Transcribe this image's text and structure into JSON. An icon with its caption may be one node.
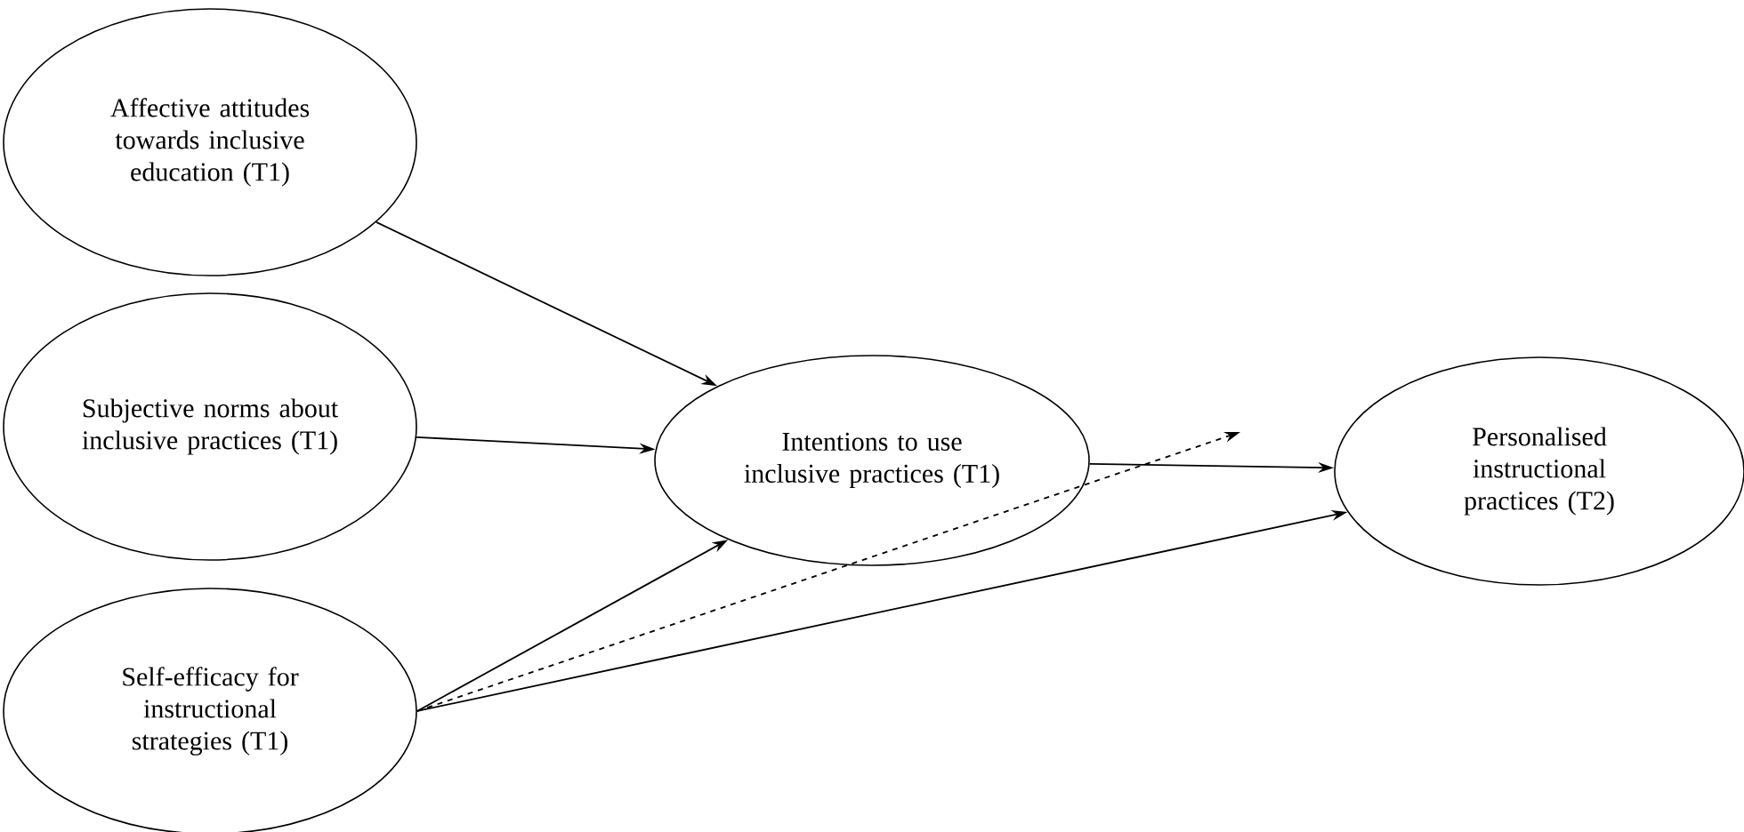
{
  "diagram": {
    "nodes": [
      {
        "text": [
          "Affective attitudes towards inclusive education (T1)"
        ]
      },
      {
        "text": [
          "Subjective norms about inclusive practices (T1)"
        ]
      },
      {
        "text": [
          "Intentions to use inclusive practices (T1)"
        ]
      },
      {
        "text": [
          "Personalised instructional practices (T2)"
        ]
      },
      {
        "text": [
          "Self-efficacy for instructional strategies (T1)"
        ]
      }
    ],
    "edges": [
      {
        "from": 0,
        "to": 2,
        "arrow": "to"
      },
      {
        "from": 1,
        "to": 2,
        "arrow": "to"
      },
      {
        "from": 4,
        "to": 2,
        "arrow": "to"
      },
      {
        "from": 2,
        "to": 3,
        "arrow": "to"
      },
      {
        "from": 4,
        "to": 3,
        "arrow": "to"
      },
      {
        "from": 4,
        "to": null,
        "arrow": "to",
        "style": "dashed"
      }
    ]
  }
}
